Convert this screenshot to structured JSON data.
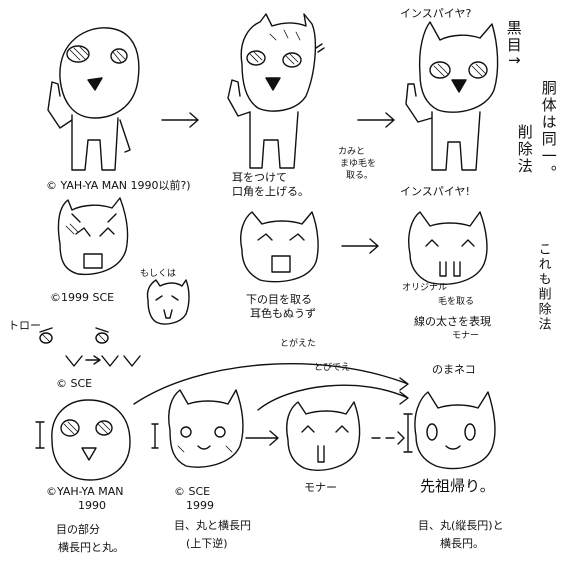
{
  "labels": {
    "copy_yahyaman_1990": "© YAH-YA MAN 1990以前?)",
    "ears_mouth_note_1": "耳をつけて",
    "ears_mouth_note_2": "口角を上げる。",
    "eyebrow_note_1": "カみと",
    "eyebrow_note_2": "まゆ毛を",
    "eyebrow_note_3": "取る。",
    "inspire_top": "インスパイヤ?",
    "vertical_1": "黒目↑",
    "vertical_2": "胴体は同一。",
    "vertical_3": "削除法",
    "copy_sce_1999": "©1999 SCE",
    "moshikuwa": "もしくは",
    "lower_eye_note_1": "下の目を取る",
    "lower_eye_note_2": "耳色もぬうず",
    "inspire_mid": "インスパイヤ!",
    "original_note": "オリジナル",
    "hair_note": "毛を取る",
    "line_thickness_note": "線の太さを表現",
    "monaa_small": "モナー",
    "vertical_4": "これも削除法",
    "toro_label": "トロー",
    "copy_sce": "© SCE",
    "togaeta": "とがえた",
    "tobiete": "とびでえ",
    "nomaneko": "のまネコ",
    "copy_yahyaman_bottom_1": "©YAH-YA MAN",
    "copy_yahyaman_bottom_2": "1990",
    "copy_sce_bottom_1": "© SCE",
    "copy_sce_bottom_2": "1999",
    "monaa": "モナー",
    "senzo": "先祖帰り。",
    "eyes_note_1_a": "目の部分",
    "eyes_note_1_b": "横長円と丸。",
    "eyes_note_2_a": "目、丸と横長円",
    "eyes_note_2_b": "(上下逆)",
    "eyes_note_3_a": "目、丸(縦長円)と",
    "eyes_note_3_b": "横長円。"
  }
}
